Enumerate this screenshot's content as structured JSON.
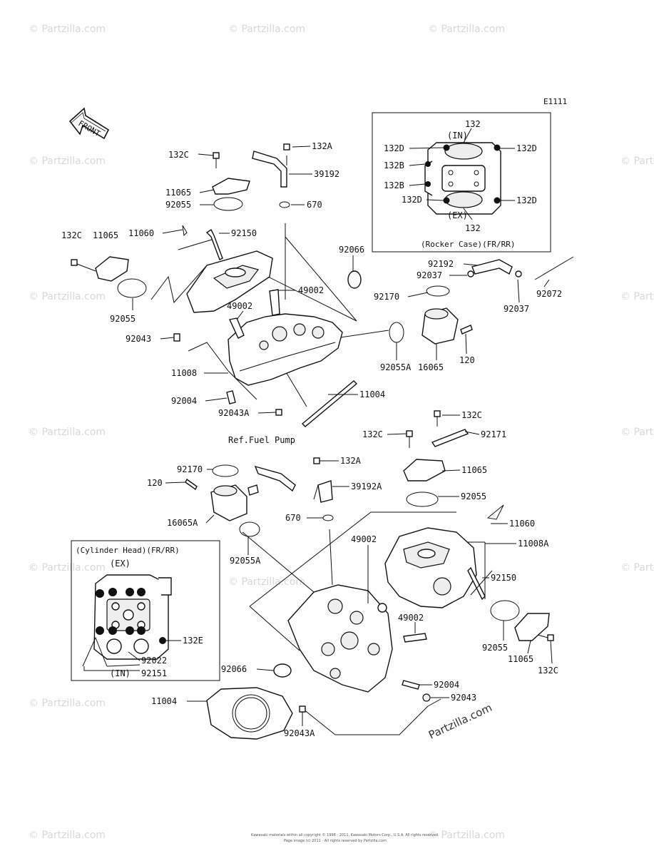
{
  "diagram_id": "E1111",
  "front_label": "FRONT",
  "watermark_text": "© Partzilla.com",
  "brand_text": "Partzilla.com",
  "reference_text": "Ref.Fuel Pump",
  "inset_rocker": {
    "title": "(Rocker Case)(FR/RR)",
    "labels": {
      "top": "132",
      "in": "(IN)",
      "ex": "(EX)",
      "bottom": "132",
      "left_1": "132D",
      "left_2": "132B",
      "left_3": "132B",
      "left_4": "132D",
      "right_1": "132D",
      "right_2": "132D"
    }
  },
  "inset_head": {
    "title": "(Cylinder Head)(FR/RR)",
    "labels": {
      "ex": "(EX)",
      "in": "(IN)",
      "bolt": "132E",
      "p1": "92022",
      "p2": "92151"
    }
  },
  "callouts": {
    "a1": "132C",
    "a2": "132A",
    "a3": "39192",
    "a4": "11065",
    "a5": "92055",
    "a6": "670",
    "a7": "11060",
    "a8": "92150",
    "a9": "132C",
    "a10": "11065",
    "a11": "92066",
    "a12": "92192",
    "a13": "92037",
    "a14": "92072",
    "a15": "92037",
    "a16": "49002",
    "a17": "49002",
    "a18": "92170",
    "a19": "92055",
    "a20": "92043",
    "a21": "120",
    "a22": "92055A",
    "a23": "16065",
    "a24": "11008",
    "a25": "11004",
    "a26": "92004",
    "a27": "92043A",
    "b1": "132C",
    "b2": "92171",
    "b3": "132C",
    "b4": "11065",
    "b5": "132A",
    "b6": "92170",
    "b7": "39192A",
    "b8": "120",
    "b9": "92055",
    "b10": "670",
    "b11": "11060",
    "b12": "16065A",
    "b13": "49002",
    "b14": "11008A",
    "b15": "92055A",
    "b16": "92150",
    "b17": "49002",
    "b18": "92055",
    "b19": "11065",
    "b20": "132C",
    "b21": "92066",
    "b22": "92004",
    "b23": "11004",
    "b24": "92043",
    "b25": "92043A"
  },
  "footer": {
    "line1": "Kawasaki materials within all copyright © 1998 - 2011, Kawasaki Motors Corp., U.S.A. All rights reserved.",
    "line2": "Page image (c) 2011 - All rights reserved by Partzilla.com"
  }
}
